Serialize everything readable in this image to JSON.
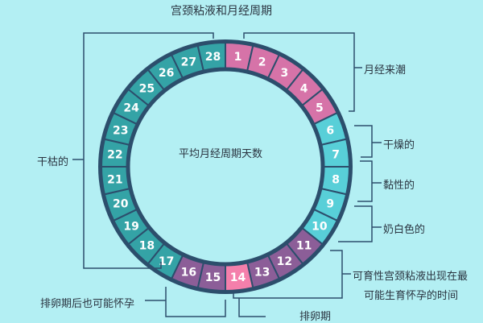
{
  "title": "宫颈粘液和月经周期",
  "center_label": "平均月经周期天数",
  "days": [
    {
      "n": "1",
      "phase": "menstruation"
    },
    {
      "n": "2",
      "phase": "menstruation"
    },
    {
      "n": "3",
      "phase": "menstruation"
    },
    {
      "n": "4",
      "phase": "menstruation"
    },
    {
      "n": "5",
      "phase": "menstruation"
    },
    {
      "n": "6",
      "phase": "early"
    },
    {
      "n": "7",
      "phase": "early"
    },
    {
      "n": "8",
      "phase": "early"
    },
    {
      "n": "9",
      "phase": "early"
    },
    {
      "n": "10",
      "phase": "early"
    },
    {
      "n": "11",
      "phase": "fertile"
    },
    {
      "n": "12",
      "phase": "fertile"
    },
    {
      "n": "13",
      "phase": "fertile"
    },
    {
      "n": "14",
      "phase": "ovulation"
    },
    {
      "n": "15",
      "phase": "fertile"
    },
    {
      "n": "16",
      "phase": "fertile"
    },
    {
      "n": "17",
      "phase": "dry"
    },
    {
      "n": "18",
      "phase": "dry"
    },
    {
      "n": "19",
      "phase": "dry"
    },
    {
      "n": "20",
      "phase": "dry"
    },
    {
      "n": "21",
      "phase": "dry"
    },
    {
      "n": "22",
      "phase": "dry"
    },
    {
      "n": "23",
      "phase": "dry"
    },
    {
      "n": "24",
      "phase": "dry"
    },
    {
      "n": "25",
      "phase": "dry"
    },
    {
      "n": "26",
      "phase": "dry"
    },
    {
      "n": "27",
      "phase": "dry"
    },
    {
      "n": "28",
      "phase": "dry"
    }
  ],
  "colors": {
    "menstruation": "#d673a8",
    "early": "#58cfd8",
    "fertile": "#8c5e98",
    "ovulation": "#f47fab",
    "dry": "#34a3a6",
    "border": "#2c4e6c",
    "background": "#b3eff3"
  },
  "labels": {
    "menstruation": "月经来潮",
    "dry_early": "干燥的",
    "sticky": "黏性的",
    "creamy": "奶白色的",
    "fertile_line1": "可育性宫颈粘液出现在最",
    "fertile_line2": "可能生育怀孕的时间",
    "ovulation": "排卵期",
    "after_ovulation": "排卵期后也可能怀孕",
    "dry_late": "干枯的"
  }
}
